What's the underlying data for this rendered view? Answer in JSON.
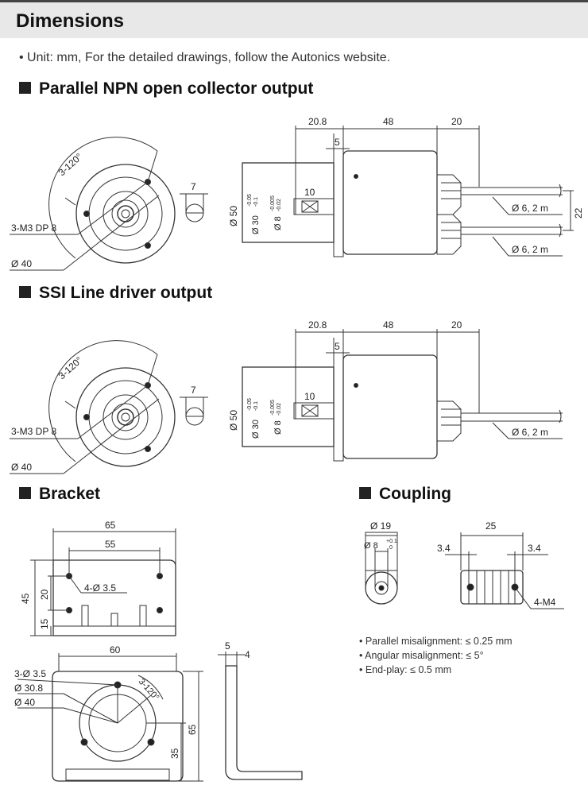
{
  "header": {
    "title": "Dimensions"
  },
  "note": "• Unit: mm, For the detailed drawings, follow the Autonics website.",
  "sections": {
    "npn": "Parallel NPN open collector output",
    "ssi": "SSI Line driver output",
    "bracket": "Bracket",
    "coupling": "Coupling"
  },
  "dims": {
    "d20_8": "20.8",
    "d48": "48",
    "d20": "20",
    "d5": "5",
    "d10": "10",
    "d7": "7",
    "d22": "22",
    "d50": "Ø 50",
    "d30": "Ø 30",
    "d30tol_top": "-0.05",
    "d30tol_bot": "-0.1",
    "d8": "Ø 8",
    "d8tol_top": "-0.005",
    "d8tol_bot": "-0.02",
    "cable": "Ø 6, 2 m",
    "angle": "3-120°",
    "screw": "3-M3 DP 8",
    "d40": "Ø 40",
    "b65": "65",
    "b55": "55",
    "b45": "45",
    "b20": "20",
    "b15": "15",
    "bhole": "4-Ø 3.5",
    "b60": "60",
    "b3h": "3-Ø 3.5",
    "b30_8": "Ø 30.8",
    "b40": "Ø 40",
    "b35": "35",
    "b65v": "65",
    "b5": "5",
    "b4": "4",
    "c19": "Ø 19",
    "c8": "Ø 8",
    "c8tol": "+0.1",
    "c8tol2": "0",
    "c25": "25",
    "c3_4a": "3.4",
    "c3_4b": "3.4",
    "cm4": "4-M4"
  },
  "coupling_specs": [
    "• Parallel misalignment: ≤ 0.25 mm",
    "• Angular misalignment: ≤ 5°",
    "• End-play: ≤ 0.5 mm"
  ]
}
